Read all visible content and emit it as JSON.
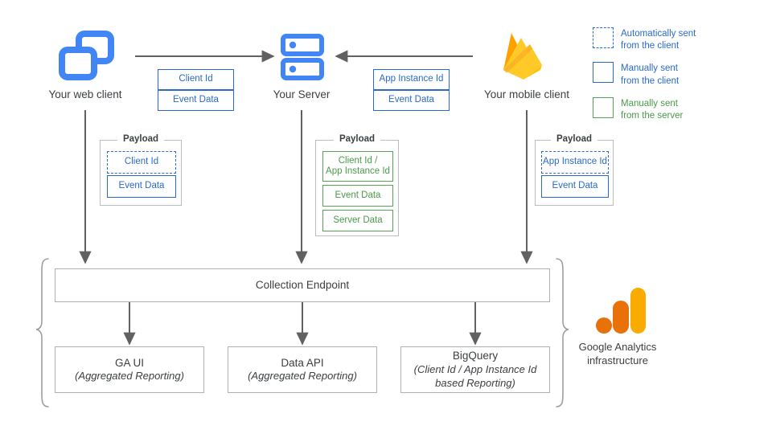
{
  "diagram": {
    "title": "Google Analytics data collection architecture",
    "colors": {
      "client_blue": "#2a6ac8",
      "server_green": "#4a9a4a",
      "arrow_grey": "#616161",
      "box_grey": "#b0b0b0",
      "text_dark": "#3c4043",
      "ga_orange": "#E8710A",
      "ga_yellow": "#F9AB00",
      "firebase_amber": "#FFA000",
      "firebase_yellow": "#FFCA28",
      "icon_blue": "#4285F4"
    },
    "nodes": {
      "web_client": {
        "label": "Your web client",
        "icon": "web-client-icon"
      },
      "server": {
        "label": "Your Server",
        "icon": "server-icon"
      },
      "mobile_client": {
        "label": "Your mobile client",
        "icon": "firebase-icon"
      }
    },
    "transport_chips": {
      "web_to_server": [
        "Client Id",
        "Event Data"
      ],
      "mobile_to_server": [
        "App Instance Id",
        "Event Data"
      ]
    },
    "payloads": [
      {
        "legend": "Payload",
        "source": "web-client",
        "items": [
          {
            "text": "Client Id",
            "style": "dashed-blue"
          },
          {
            "text": "Event Data",
            "style": "solid-blue"
          }
        ]
      },
      {
        "legend": "Payload",
        "source": "server",
        "items": [
          {
            "text": "Client Id /\nApp Instance Id",
            "line1": "Client Id /",
            "line2": "App Instance Id",
            "style": "solid-green"
          },
          {
            "text": "Event Data",
            "style": "solid-green"
          },
          {
            "text": "Server Data",
            "style": "solid-green"
          }
        ]
      },
      {
        "legend": "Payload",
        "source": "mobile-client",
        "items": [
          {
            "text": "App Instance Id",
            "style": "dashed-blue"
          },
          {
            "text": "Event Data",
            "style": "solid-blue"
          }
        ]
      }
    ],
    "collection_endpoint": {
      "label": "Collection Endpoint"
    },
    "outputs": [
      {
        "title": "GA UI",
        "subtitle": "(Aggregated Reporting)",
        "subtitle2": ""
      },
      {
        "title": "Data API",
        "subtitle": "(Aggregated Reporting)",
        "subtitle2": ""
      },
      {
        "title": "BigQuery",
        "subtitle": "(Client Id / App Instance Id",
        "subtitle2": "based Reporting)"
      }
    ],
    "infrastructure": {
      "line1": "Google Analytics",
      "line2": "infrastructure",
      "icon": "google-analytics-logo"
    },
    "legend": {
      "items": [
        {
          "swatch": "dashed-blue",
          "line1": "Automatically sent",
          "line2": "from the client",
          "color": "#2a6ac8"
        },
        {
          "swatch": "solid-blue",
          "line1": "Manually sent",
          "line2": "from the client",
          "color": "#2a6ac8"
        },
        {
          "swatch": "solid-green",
          "line1": "Manually sent",
          "line2": "from the server",
          "color": "#4a9a4a"
        }
      ]
    }
  }
}
